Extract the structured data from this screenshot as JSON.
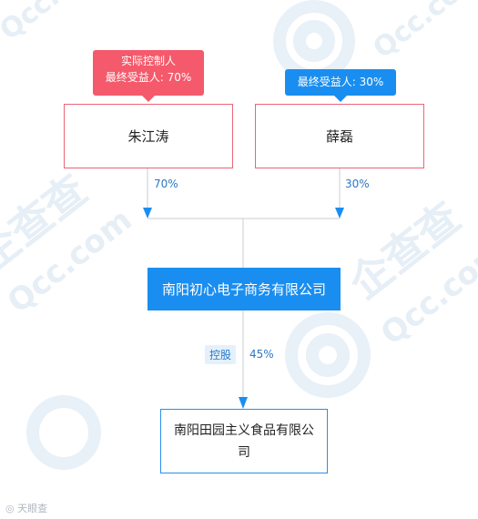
{
  "controller_tag": {
    "line1": "实际控制人",
    "line2": "最终受益人: 70%"
  },
  "beneficiary_tag": {
    "line1": "最终受益人: 30%"
  },
  "shareholders": [
    {
      "name": "朱江涛",
      "share": "70%"
    },
    {
      "name": "薛磊",
      "share": "30%"
    }
  ],
  "main_company": {
    "name": "南阳初心电子商务有限公司"
  },
  "relation": {
    "label": "控股",
    "share": "45%"
  },
  "sub_company": {
    "name": "南阳田园主义食品有限公司"
  },
  "watermark": {
    "text": "企查查",
    "domain": "Qcc.com"
  },
  "footer": {
    "text": "天眼查"
  },
  "colors": {
    "red": "#f45a6b",
    "blue": "#1a8ef0",
    "line": "#c8ccd0",
    "watermark": "#e6eef6"
  }
}
